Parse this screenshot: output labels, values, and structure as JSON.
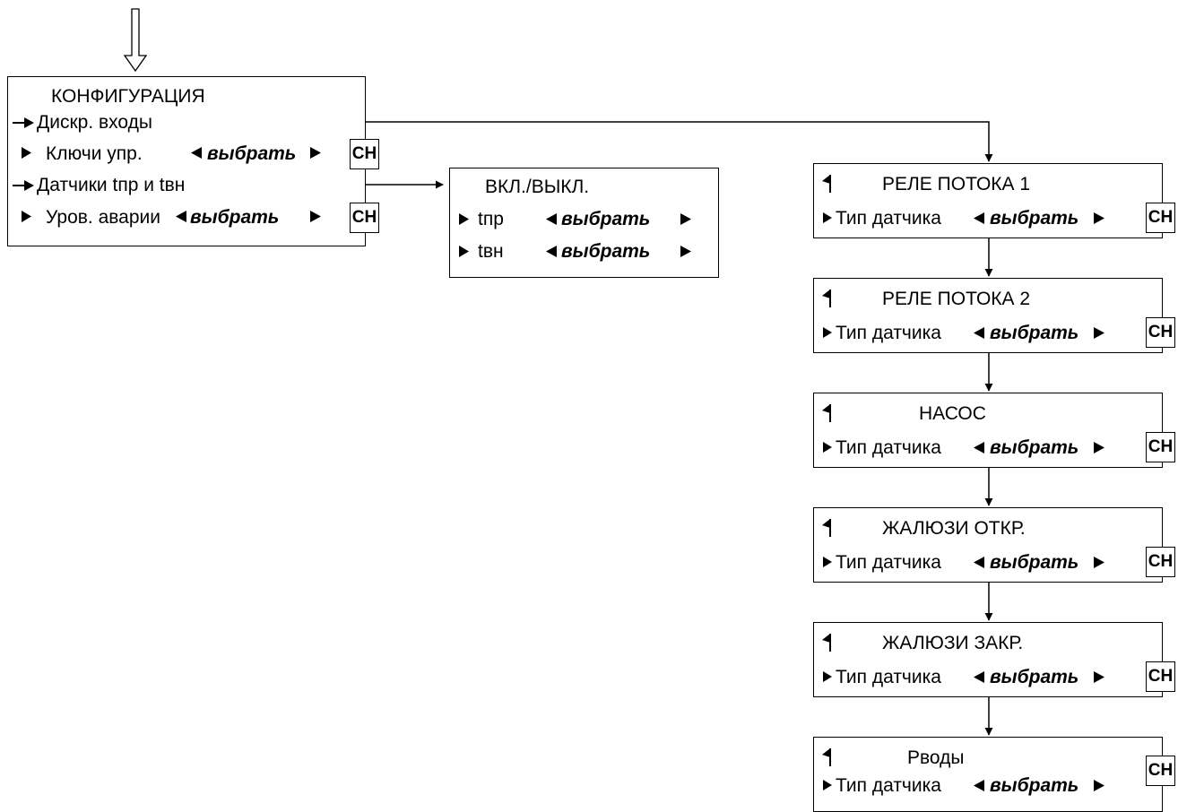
{
  "config": {
    "title": "КОНФИГУРАЦИЯ",
    "items": [
      {
        "label": "Дискр. входы"
      },
      {
        "label": "Ключи упр.",
        "value": "выбрать",
        "key": "CH"
      },
      {
        "label": "Датчики tпр и tвн"
      },
      {
        "label": "Уров. аварии",
        "value": "выбрать",
        "key": "CH"
      }
    ]
  },
  "onoff": {
    "title": "ВКЛ./ВЫКЛ.",
    "items": [
      {
        "label": "tпр",
        "value": "выбрать"
      },
      {
        "label": "tвн",
        "value": "выбрать"
      }
    ]
  },
  "sensors": [
    {
      "title": "РЕЛЕ ПОТОКА 1",
      "label": "Тип датчика",
      "value": "выбрать",
      "key": "CH"
    },
    {
      "title": "РЕЛЕ ПОТОКА 2",
      "label": "Тип датчика",
      "value": "выбрать",
      "key": "CH"
    },
    {
      "title": "НАСОС",
      "label": "Тип датчика",
      "value": "выбрать",
      "key": "CH"
    },
    {
      "title": "ЖАЛЮЗИ ОТКР.",
      "label": "Тип датчика",
      "value": "выбрать",
      "key": "CH"
    },
    {
      "title": "ЖАЛЮЗИ ЗАКР.",
      "label": "Тип датчика",
      "value": "выбрать",
      "key": "CH"
    },
    {
      "title": "Рводы",
      "label": "Тип датчика",
      "value": "выбрать",
      "key": "CH"
    }
  ],
  "icons": {
    "entry": "hollow-down-arrow-icon",
    "submenu": "right-arrow-icon",
    "parameter": "right-triangle-icon",
    "choice_left": "left-triangle-icon",
    "choice_right": "right-triangle-icon",
    "back": "flag-back-icon",
    "key": "ch-key-icon"
  }
}
